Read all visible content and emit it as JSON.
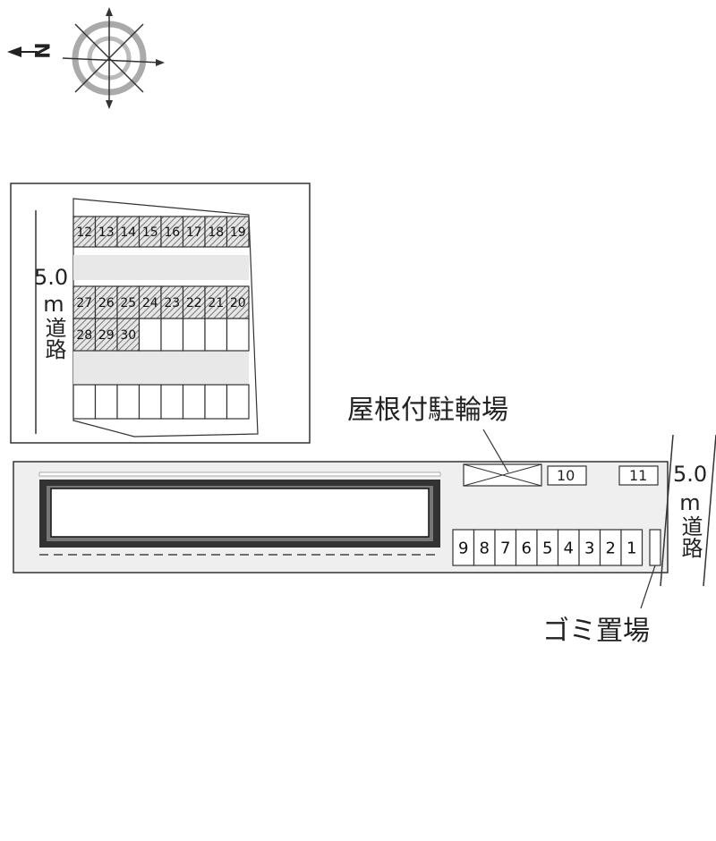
{
  "compass": {
    "north_label": "N"
  },
  "inset": {
    "road_width": "5.0",
    "road_label": "m道路",
    "row_top": [
      "12",
      "13",
      "14",
      "15",
      "16",
      "17",
      "18",
      "19"
    ],
    "row_mid": [
      "27",
      "26",
      "25",
      "24",
      "23",
      "22",
      "21",
      "20"
    ],
    "row_low": [
      "28",
      "29",
      "30"
    ]
  },
  "site": {
    "bike_parking_label": "屋根付駐輪場",
    "space_10": "10",
    "space_11": "11",
    "spaces_front": [
      "9",
      "8",
      "7",
      "6",
      "5",
      "4",
      "3",
      "2",
      "1"
    ],
    "road_width": "5.0",
    "road_label": "m道路",
    "garbage_label": "ゴミ置場"
  }
}
